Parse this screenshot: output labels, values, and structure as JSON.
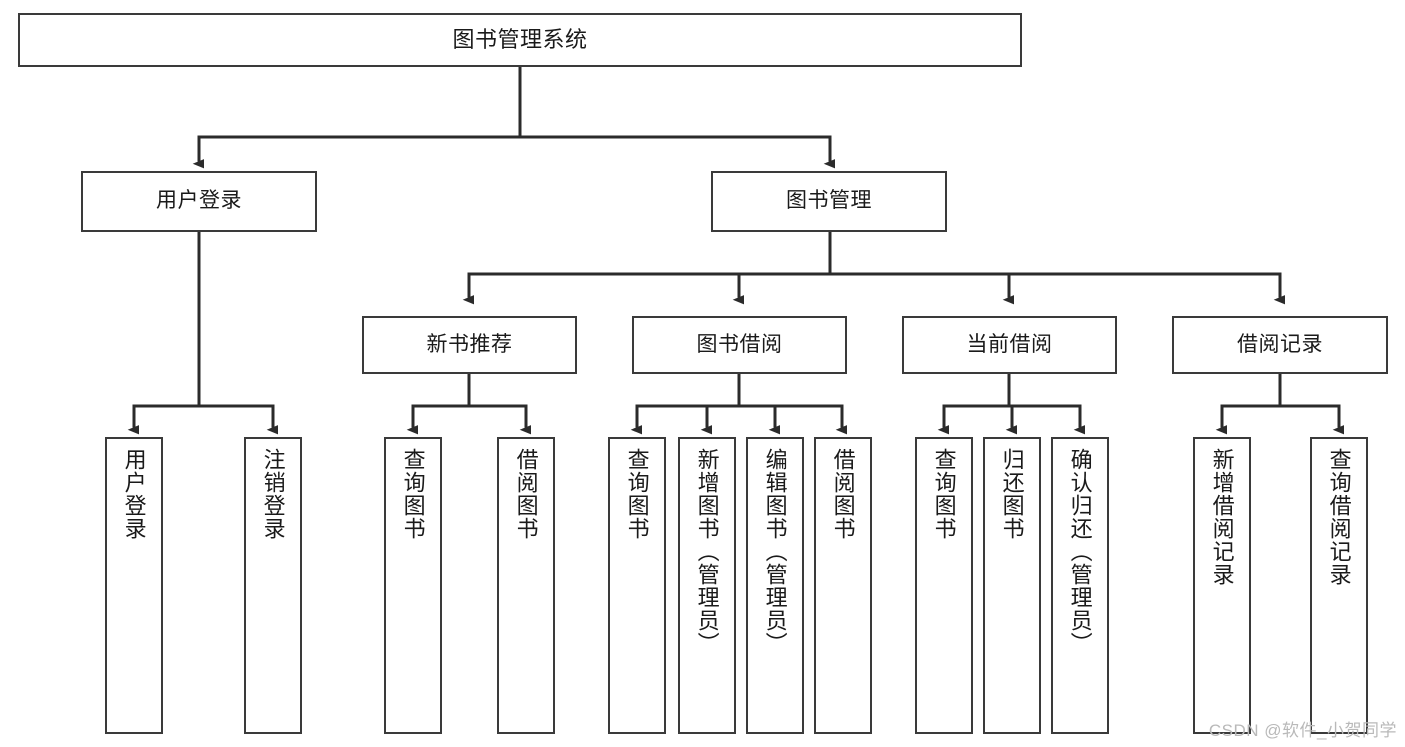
{
  "diagram": {
    "title": "图书管理系统",
    "type": "tree",
    "watermark": "CSDN @软件_小贺同学",
    "colors": {
      "box_border": "#3a3a3a",
      "box_fill": "#ffffff",
      "connector": "#2b2b2b",
      "text": "#1a1a1a",
      "watermark": "#b9b9b9",
      "background": "#ffffff"
    },
    "root": {
      "label": "图书管理系统"
    },
    "level2": [
      {
        "label": "用户登录"
      },
      {
        "label": "图书管理"
      }
    ],
    "level3": [
      {
        "label": "新书推荐"
      },
      {
        "label": "图书借阅"
      },
      {
        "label": "当前借阅"
      },
      {
        "label": "借阅记录"
      }
    ],
    "leaves": {
      "user_login": [
        {
          "label": "用户登录"
        },
        {
          "label": "注销登录"
        }
      ],
      "new_book_recommend": [
        {
          "label": "查询图书"
        },
        {
          "label": "借阅图书"
        }
      ],
      "book_borrow": [
        {
          "label": "查询图书"
        },
        {
          "label": "新增图书（管理员）"
        },
        {
          "label": "编辑图书（管理员）"
        },
        {
          "label": "借阅图书"
        }
      ],
      "current_borrow": [
        {
          "label": "查询图书"
        },
        {
          "label": "归还图书"
        },
        {
          "label": "确认归还（管理员）"
        }
      ],
      "borrow_record": [
        {
          "label": "新增借阅记录"
        },
        {
          "label": "查询借阅记录"
        }
      ]
    }
  }
}
